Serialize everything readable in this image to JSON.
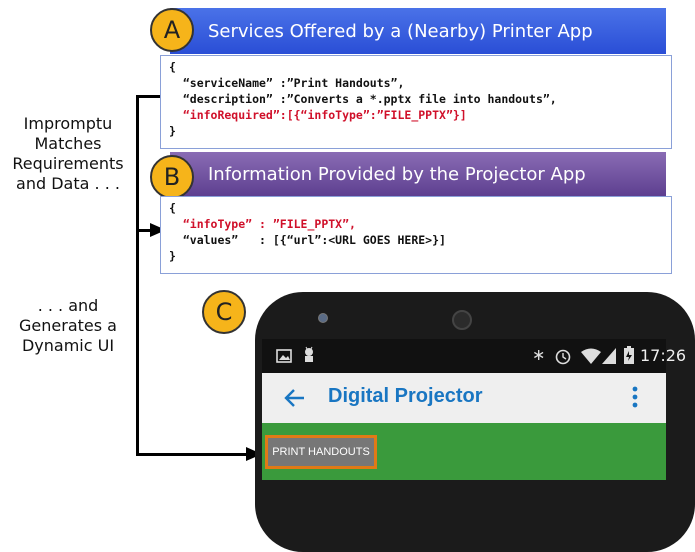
{
  "left_labels": {
    "impromptu": [
      "Impromptu",
      "Matches",
      "Requirements",
      "and Data . . ."
    ],
    "generates": [
      ". . . and",
      "Generates a",
      "Dynamic UI"
    ]
  },
  "section_a": {
    "badge": "A",
    "title": "Services Offered by a (Nearby) Printer App",
    "code": [
      "{",
      "  “serviceName” :”Print Handouts”,",
      "  “description” :”Converts a *.pptx file into handouts”,",
      "  “infoRequired”:[{“infoType”:”FILE_PPTX”}]",
      "}"
    ]
  },
  "section_b": {
    "badge": "B",
    "title": "Information Provided by the Projector App",
    "code": [
      "{",
      "  “infoType” : ”FILE_PPTX”,",
      "  “values”   : [{“url”:<URL GOES HERE>}]",
      "}"
    ]
  },
  "section_c": {
    "badge": "C",
    "status_time": "17:26",
    "app_title": "Digital Projector",
    "button_label": "PRINT HANDOUTS",
    "icons": [
      "image-icon",
      "android-icon",
      "bluetooth-icon",
      "alarm-icon",
      "wifi-icon",
      "signal-icon",
      "battery-icon",
      "back-arrow-icon",
      "overflow-menu-icon"
    ]
  },
  "colors": {
    "banner_a": "#2a4ed6",
    "banner_b": "#5e3f90",
    "badge": "#f6b41a",
    "highlight_red": "#d0102a",
    "app_green": "#3a9a3c",
    "button_outline": "#e07a16",
    "app_title": "#1976c2"
  }
}
